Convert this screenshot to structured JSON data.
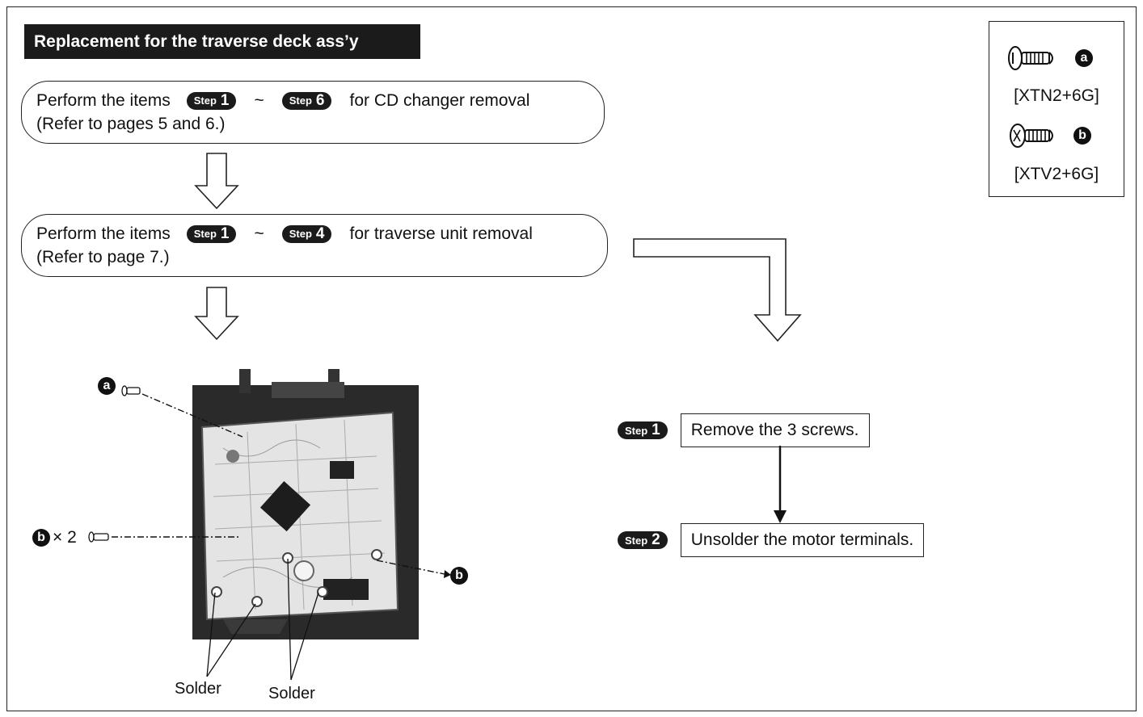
{
  "title": "Replacement for the traverse deck ass’y",
  "step_badge_word": "Step",
  "tilde": "~",
  "pill1": {
    "prefix": "Perform the items",
    "from_step": "1",
    "to_step": "6",
    "suffix": "for CD changer removal",
    "note": "(Refer to pages 5 and 6.)"
  },
  "pill2": {
    "prefix": "Perform the items",
    "from_step": "1",
    "to_step": "4",
    "suffix": "for traverse unit removal",
    "note": "(Refer to page 7.)"
  },
  "legend": {
    "screw_a": {
      "letter": "a",
      "code": "[XTN2+6G]",
      "icon": "pan-head-screw-icon"
    },
    "screw_b": {
      "letter": "b",
      "code": "[XTV2+6G]",
      "icon": "tapping-screw-icon"
    }
  },
  "diagram": {
    "callout_a": "a",
    "callout_b_left": "b",
    "callout_b_left_count": "× 2",
    "callout_b_right": "b",
    "solder_left": "Solder",
    "solder_right": "Solder"
  },
  "procedure": [
    {
      "step": "1",
      "text": "Remove the 3 screws."
    },
    {
      "step": "2",
      "text": "Unsolder the motor terminals."
    }
  ]
}
